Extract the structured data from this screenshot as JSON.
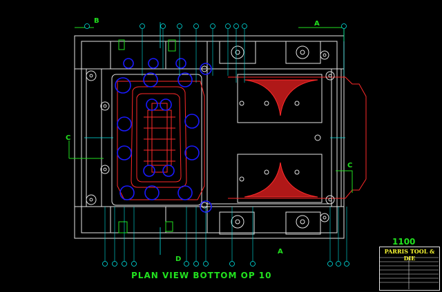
{
  "drawing": {
    "title": "PLAN VIEW BOTTOM OP 10",
    "part_number": "1100"
  },
  "section_labels": {
    "top_left": "B",
    "top_right": "A",
    "left": "C",
    "right": "C",
    "bottom_left": "D",
    "bottom_right": "A"
  },
  "title_block": {
    "company": "PARRIS TOOL & DIE"
  },
  "colors": {
    "background": "#000000",
    "outline": "#e6e6e6",
    "bolt_holes": "#1a1aff",
    "part_profile": "#ff2a2a",
    "dimension": "#22e21f",
    "centerline": "#00e5e5",
    "label_yellow": "#ffff33"
  }
}
